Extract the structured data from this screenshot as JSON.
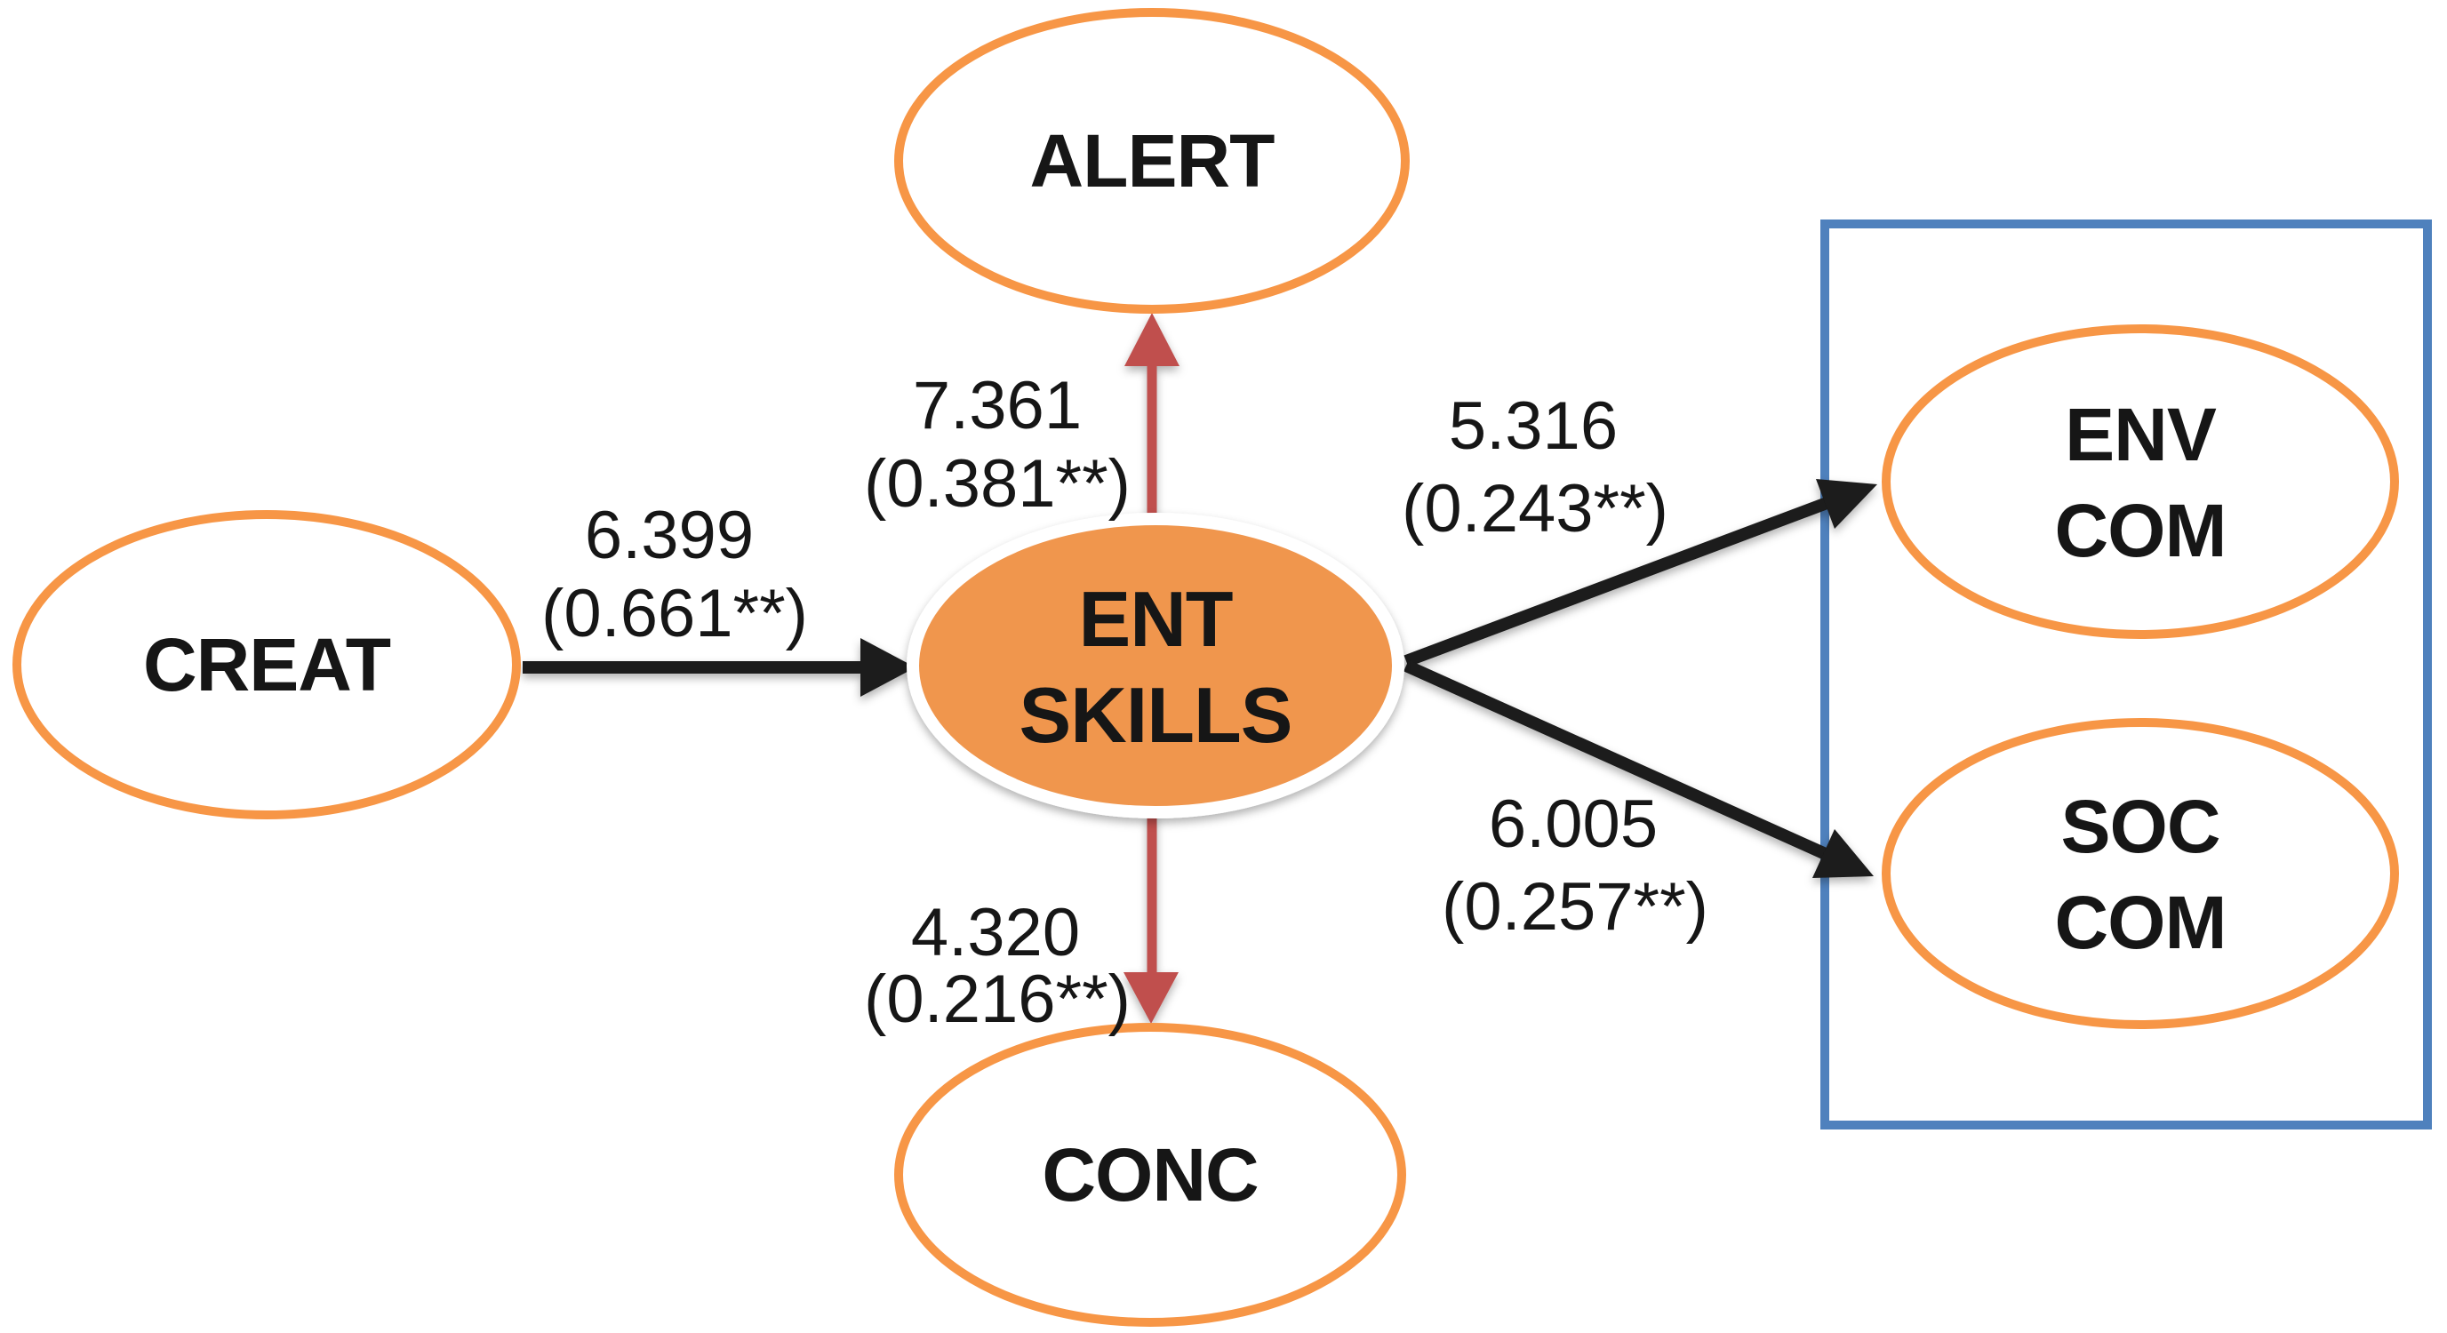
{
  "diagram": {
    "title": "Path model: entrepreneurial skills mediation diagram",
    "nodes": {
      "creat": {
        "label": "CREAT"
      },
      "ent_skills": {
        "line1": "ENT",
        "line2": "SKILLS"
      },
      "alert": {
        "label": "ALERT"
      },
      "conc": {
        "label": "CONC"
      },
      "env_com": {
        "line1": "ENV",
        "line2": "COM"
      },
      "soc_com": {
        "line1": "SOC",
        "line2": "COM"
      }
    },
    "paths": {
      "creat_to_ent_skills": {
        "t_value": "6.399",
        "beta": "(0.661**)"
      },
      "ent_skills_to_alert": {
        "t_value": "7.361",
        "beta": "(0.381**)"
      },
      "ent_skills_to_conc": {
        "t_value": "4.320",
        "beta": "(0.216**)"
      },
      "ent_skills_to_env_com": {
        "t_value": "5.316",
        "beta": "(0.243**)"
      },
      "ent_skills_to_soc_com": {
        "t_value": "6.005",
        "beta": "(0.257**)"
      }
    },
    "colors": {
      "node_outline": "#F79646",
      "ent_skills_fill": "#F0964E",
      "mediation_arrow": "#C0504D",
      "structural_arrow": "#1A1A1A",
      "outcome_box_border": "#4F81BD",
      "label_text": "#161616"
    }
  }
}
